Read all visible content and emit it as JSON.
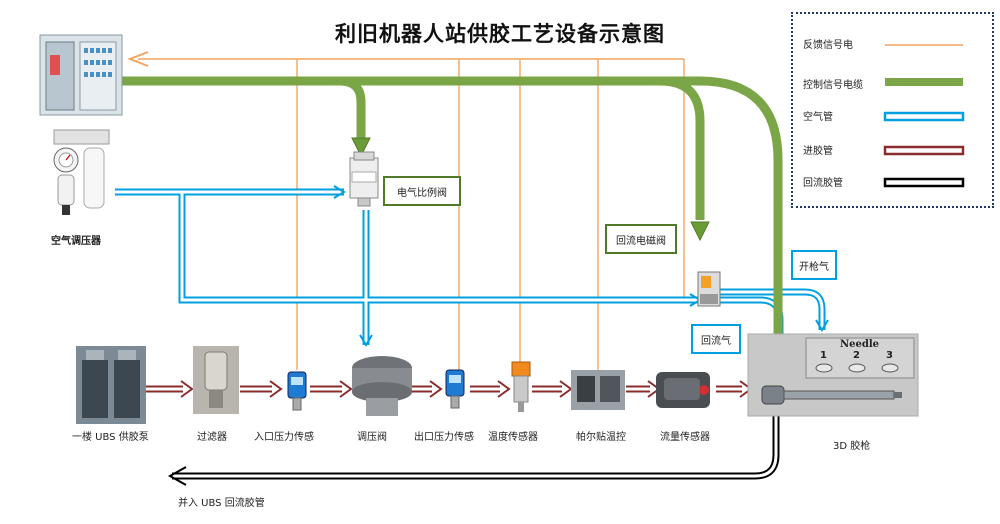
{
  "title": "利旧机器人站供胶工艺设备示意图",
  "legend": {
    "items": [
      {
        "label": "反馈信号电",
        "color": "#f4a460"
      },
      {
        "label": "控制信号电缆",
        "color": "#6b9b37"
      },
      {
        "label": "空气管",
        "color": "#00a0e0"
      },
      {
        "label": "进胶管",
        "color": "#8b2c2c"
      },
      {
        "label": "回流胶管",
        "color": "#000000"
      }
    ]
  },
  "components": {
    "air_regulator": "空气调压器",
    "proportional_valve": "电气比例阀",
    "return_solenoid": "回流电磁阀",
    "gun_air": "开枪气",
    "return_air": "回流气",
    "pump": "一楼 UBS 供胶泵",
    "filter": "过滤器",
    "inlet_sensor": "入口压力传感",
    "pressure_reg": "调压阀",
    "outlet_sensor": "出口压力传感",
    "temp_sensor": "温度传感器",
    "peltier": "帕尔贴温控",
    "flow_sensor": "流量传感器",
    "gun": "3D 胶枪",
    "return_line": "并入 UBS 回流胶管"
  },
  "needle": {
    "title": "Needle",
    "numbers": [
      "1",
      "2",
      "3"
    ]
  },
  "colors": {
    "feedback": "#f4a460",
    "control": "#6b9b37",
    "air": "#00a0e0",
    "glue_in": "#8b2c2c",
    "glue_return": "#000000",
    "box_border": "#4f7a28",
    "blue_box_border": "#00a0e0"
  }
}
